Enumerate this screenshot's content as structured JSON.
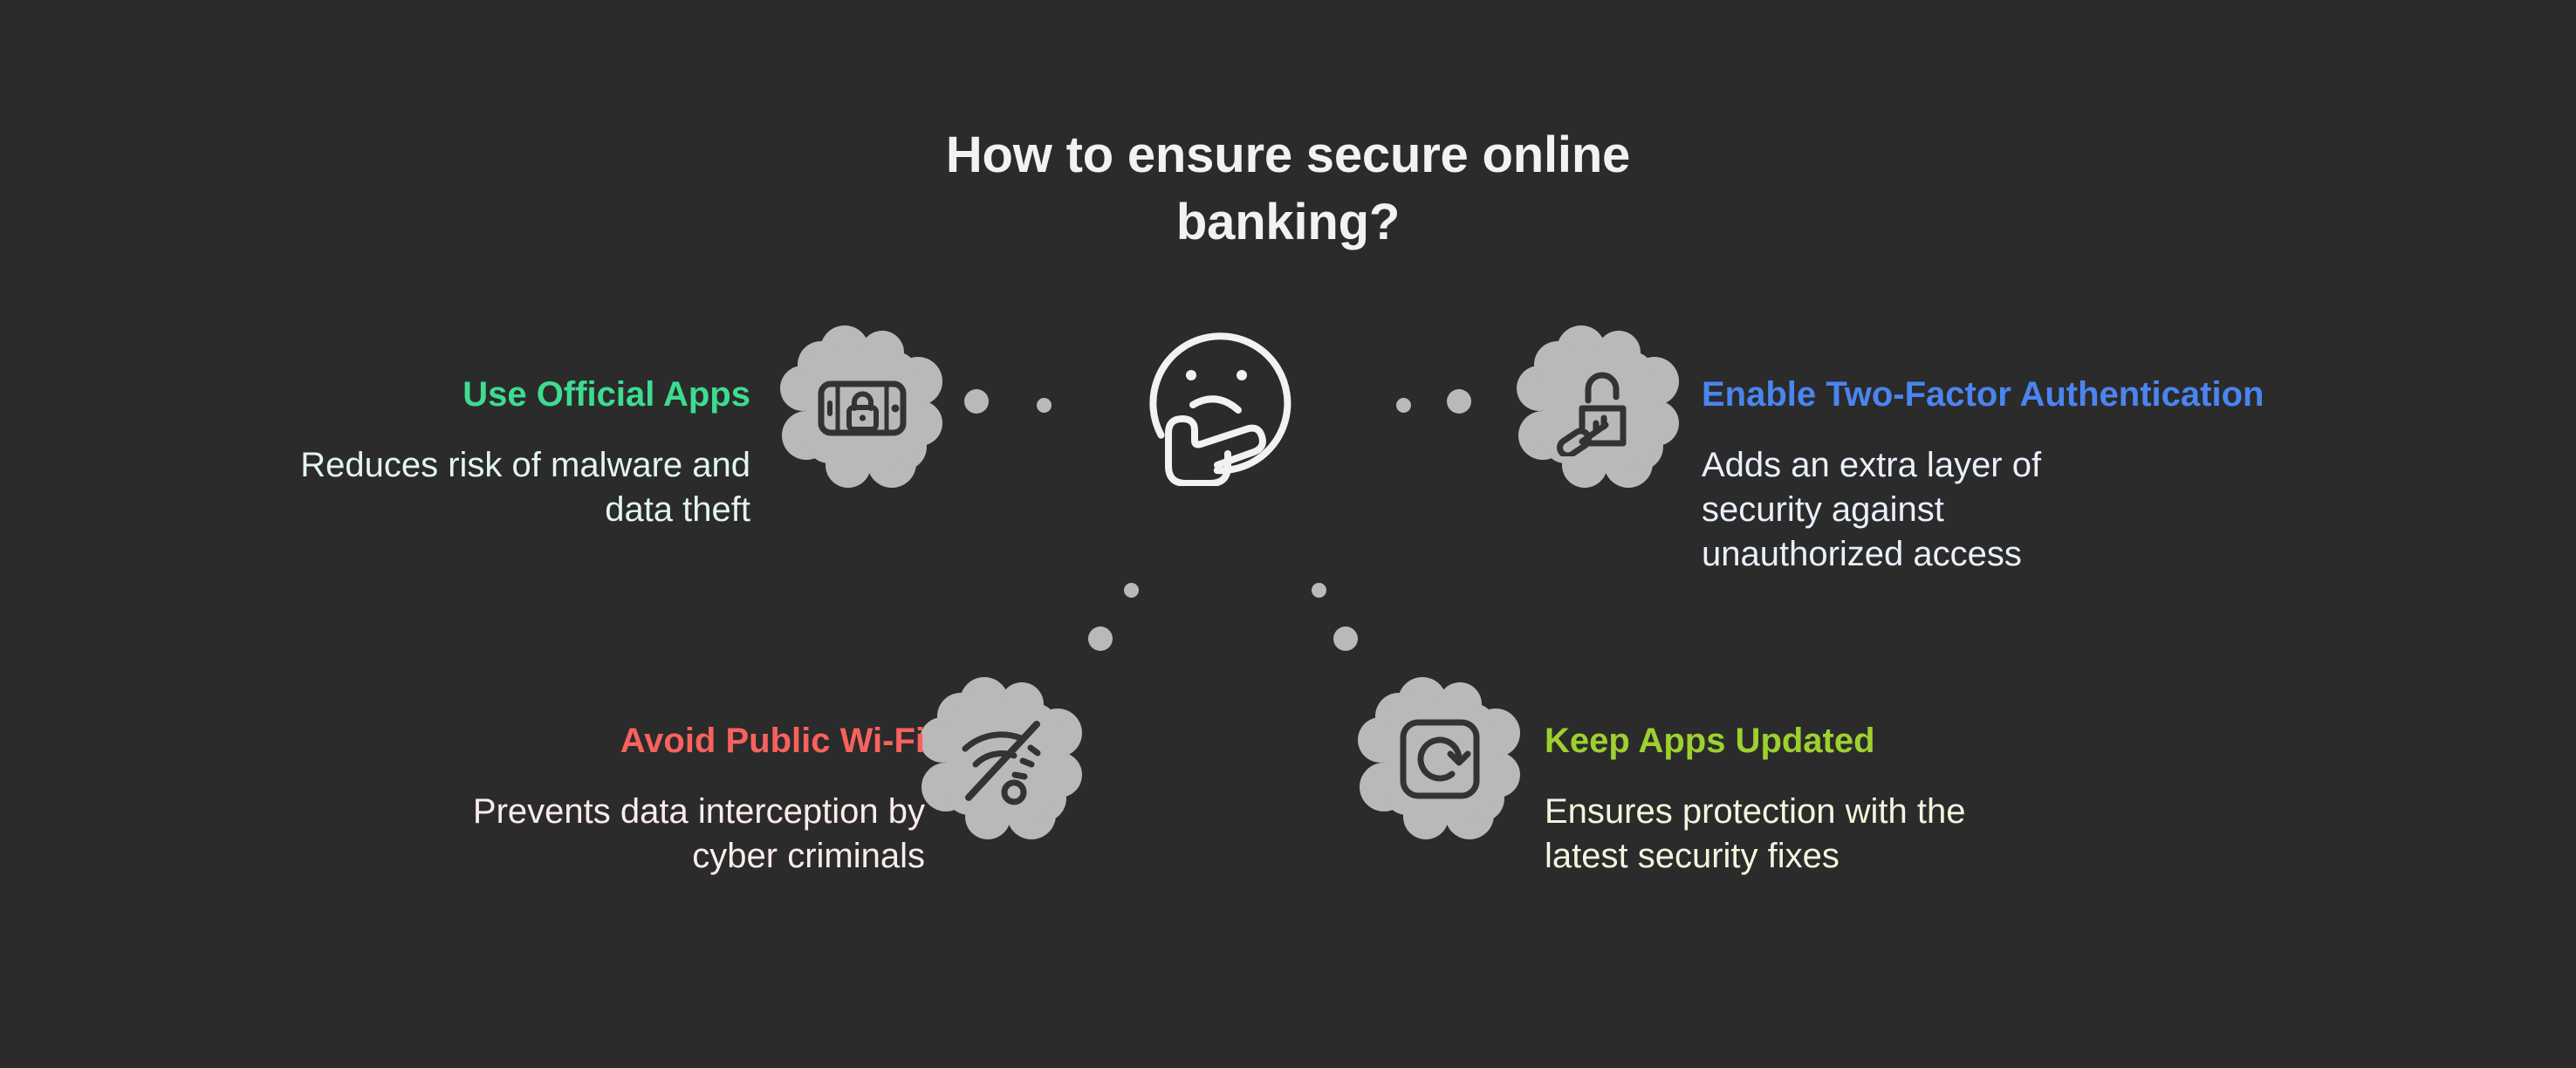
{
  "page": {
    "title": "How to ensure secure online\nbanking?",
    "background_color": "#2b2b2b",
    "title_color": "#f2f2f0",
    "blob_color": "#b9b9b9",
    "icon_stroke_color": "#333333",
    "face_stroke_color": "#f2f2f0"
  },
  "center": {
    "icon_name": "thinking-face-icon"
  },
  "connectors": {
    "upper_left": {
      "large_dot_label": "connector-dot-large",
      "small_dot_label": "connector-dot-small"
    },
    "upper_right": {
      "large_dot_label": "connector-dot-large",
      "small_dot_label": "connector-dot-small"
    },
    "lower_left": {
      "large_dot_label": "connector-dot-large",
      "small_dot_label": "connector-dot-small"
    },
    "lower_right": {
      "large_dot_label": "connector-dot-large",
      "small_dot_label": "connector-dot-small"
    }
  },
  "branches": [
    {
      "id": "official-apps",
      "heading": "Use Official Apps",
      "heading_color": "#3ddc91",
      "body": "Reduces risk of malware and\ndata theft",
      "body_color": "#e2f7ea",
      "icon_name": "phone-lock-icon",
      "position": "top-left",
      "align": "right"
    },
    {
      "id": "two-factor",
      "heading": "Enable Two-Factor Authentication",
      "heading_color": "#4a85f0",
      "body": "Adds an extra layer of\nsecurity against\nunauthorized access",
      "body_color": "#eaf0fb",
      "icon_name": "unlocked-padlock-key-icon",
      "position": "top-right",
      "align": "left"
    },
    {
      "id": "public-wifi",
      "heading": "Avoid Public Wi-Fi",
      "heading_color": "#f8625c",
      "body": "Prevents data interception by\ncyber criminals",
      "body_color": "#fbeceb",
      "icon_name": "wifi-off-icon",
      "position": "bottom-left",
      "align": "right"
    },
    {
      "id": "apps-updated",
      "heading": "Keep Apps Updated",
      "heading_color": "#9ed12e",
      "body": "Ensures protection with the\nlatest security fixes",
      "body_color": "#f0f7dd",
      "icon_name": "app-update-refresh-icon",
      "position": "bottom-right",
      "align": "left"
    }
  ]
}
